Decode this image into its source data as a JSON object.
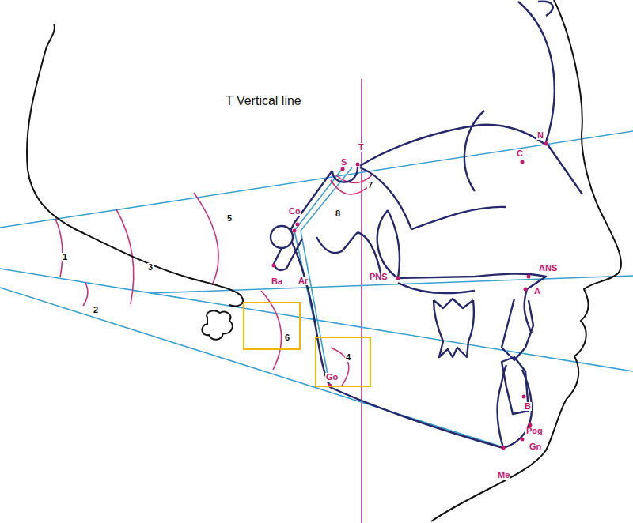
{
  "diagram": {
    "nodes": [
      {
        "text": [
          "6"
        ]
      },
      {
        "text": [
          "4"
        ]
      }
    ],
    "labels": [
      "T Vertical line",
      "T",
      "S",
      "N",
      "C",
      "7",
      "Co",
      "8",
      "5",
      "1",
      "3",
      "Ba",
      "Ar",
      "PNS",
      "ANS",
      "A",
      "2",
      "Go",
      "B",
      "Pog",
      "Gn",
      "Me"
    ]
  }
}
